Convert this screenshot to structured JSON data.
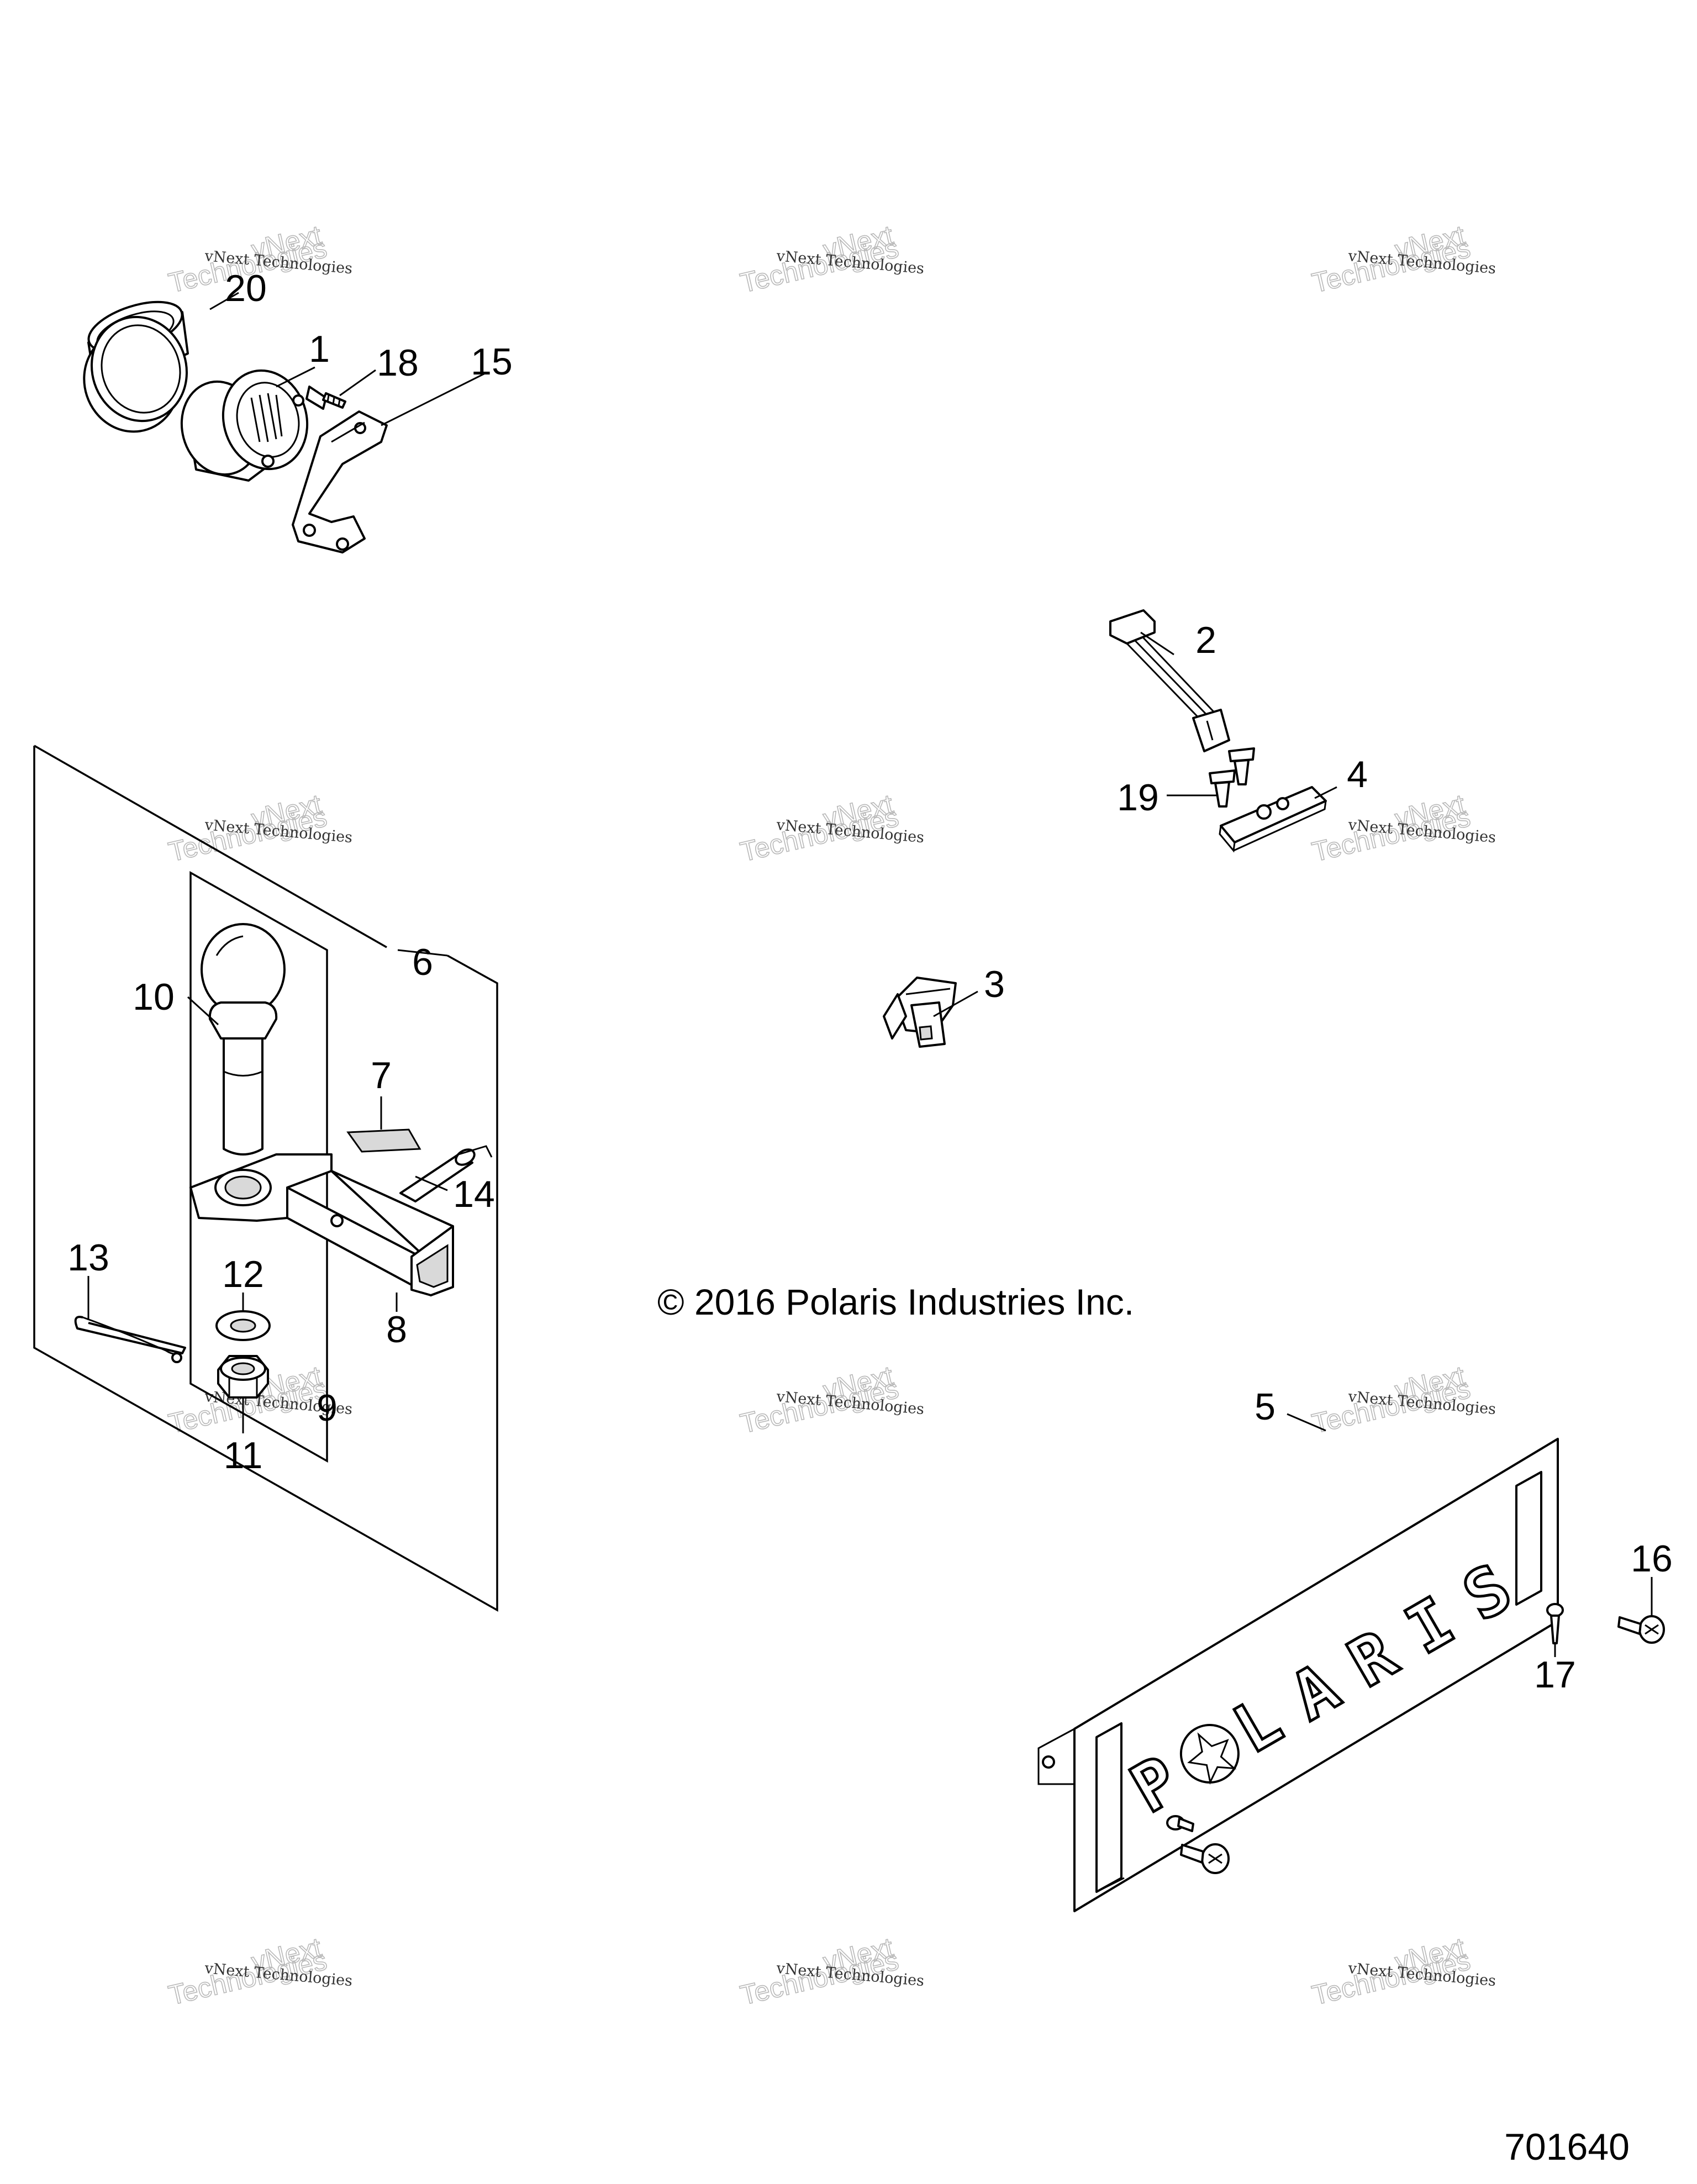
{
  "diagram": {
    "callouts": [
      {
        "id": "c1",
        "label": "1"
      },
      {
        "id": "c2",
        "label": "2"
      },
      {
        "id": "c3",
        "label": "3"
      },
      {
        "id": "c4",
        "label": "4"
      },
      {
        "id": "c5",
        "label": "5"
      },
      {
        "id": "c6",
        "label": "6"
      },
      {
        "id": "c7",
        "label": "7"
      },
      {
        "id": "c8",
        "label": "8"
      },
      {
        "id": "c9",
        "label": "9"
      },
      {
        "id": "c10",
        "label": "10"
      },
      {
        "id": "c11",
        "label": "11"
      },
      {
        "id": "c12",
        "label": "12"
      },
      {
        "id": "c13",
        "label": "13"
      },
      {
        "id": "c14",
        "label": "14"
      },
      {
        "id": "c15",
        "label": "15"
      },
      {
        "id": "c16",
        "label": "16"
      },
      {
        "id": "c17",
        "label": "17"
      },
      {
        "id": "c18",
        "label": "18"
      },
      {
        "id": "c19",
        "label": "19"
      },
      {
        "id": "c20",
        "label": "20"
      }
    ],
    "copyright": "© 2016 Polaris Industries Inc.",
    "document_number": "701640",
    "watermark": {
      "line1": "vNext Technologies",
      "big_top": "vNext",
      "big_bottom": "Technologies"
    },
    "logo_text": [
      "P",
      "L",
      "A",
      "R",
      "I",
      "S"
    ]
  }
}
